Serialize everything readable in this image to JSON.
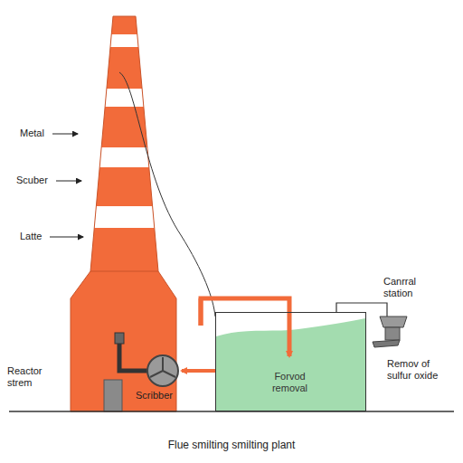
{
  "diagram": {
    "caption": "Flue smilting smilting plant",
    "nodes": [
      {
        "text": [
          "Forvod removal"
        ]
      }
    ],
    "labels": [
      "Metal",
      "Scuber",
      "Latte",
      "Reactor strem",
      "Scribber",
      "Canrral station",
      "Remov of sulfur oxide"
    ]
  }
}
